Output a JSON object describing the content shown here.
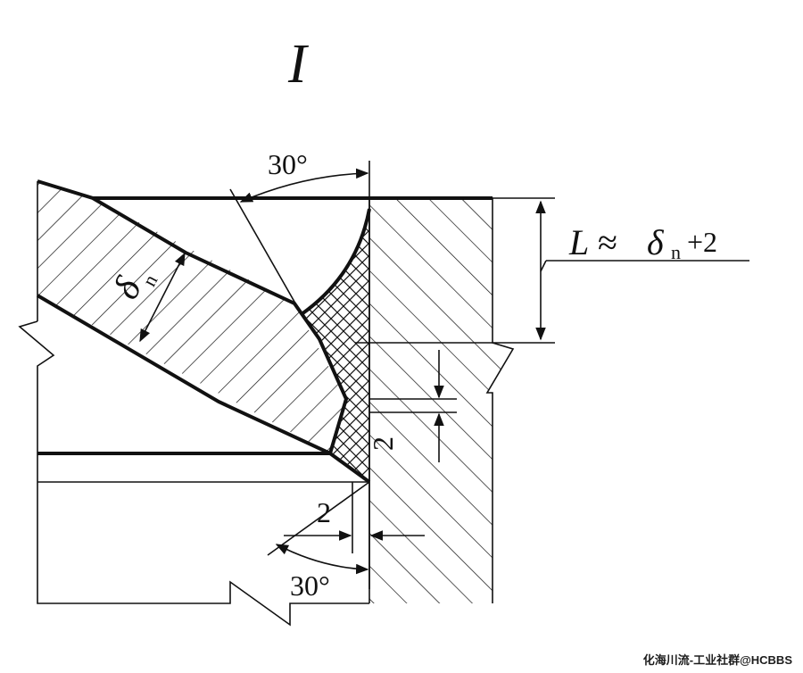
{
  "diagram": {
    "detail_label": "I",
    "angle_top": "30°",
    "angle_bottom": "30°",
    "thickness_symbol": "δ",
    "thickness_subscript": "n",
    "length_formula": {
      "var": "L",
      "approx": "≈",
      "delta": "δ",
      "sub": "n",
      "tail": "+2"
    },
    "dim_gap": "2",
    "dim_offset": "2"
  },
  "watermark": "化海川流-工业社群@HCBBS"
}
